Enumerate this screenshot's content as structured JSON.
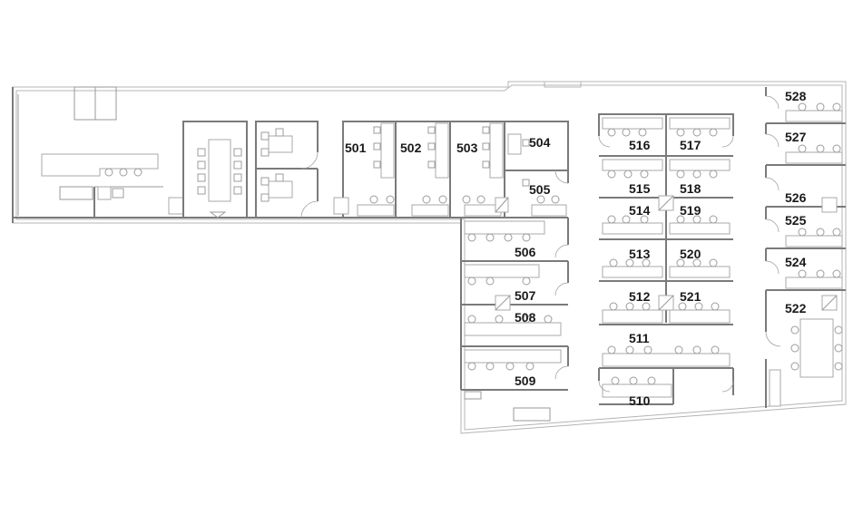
{
  "floorplan": {
    "rooms": [
      {
        "id": "501",
        "label": "501"
      },
      {
        "id": "502",
        "label": "502"
      },
      {
        "id": "503",
        "label": "503"
      },
      {
        "id": "504",
        "label": "504"
      },
      {
        "id": "505",
        "label": "505"
      },
      {
        "id": "506",
        "label": "506"
      },
      {
        "id": "507",
        "label": "507"
      },
      {
        "id": "508",
        "label": "508"
      },
      {
        "id": "509",
        "label": "509"
      },
      {
        "id": "510",
        "label": "510"
      },
      {
        "id": "511",
        "label": "511"
      },
      {
        "id": "512",
        "label": "512"
      },
      {
        "id": "513",
        "label": "513"
      },
      {
        "id": "514",
        "label": "514"
      },
      {
        "id": "515",
        "label": "515"
      },
      {
        "id": "516",
        "label": "516"
      },
      {
        "id": "517",
        "label": "517"
      },
      {
        "id": "518",
        "label": "518"
      },
      {
        "id": "519",
        "label": "519"
      },
      {
        "id": "520",
        "label": "520"
      },
      {
        "id": "521",
        "label": "521"
      },
      {
        "id": "522",
        "label": "522"
      },
      {
        "id": "524",
        "label": "524"
      },
      {
        "id": "525",
        "label": "525"
      },
      {
        "id": "526",
        "label": "526"
      },
      {
        "id": "527",
        "label": "527"
      },
      {
        "id": "528",
        "label": "528"
      }
    ]
  }
}
